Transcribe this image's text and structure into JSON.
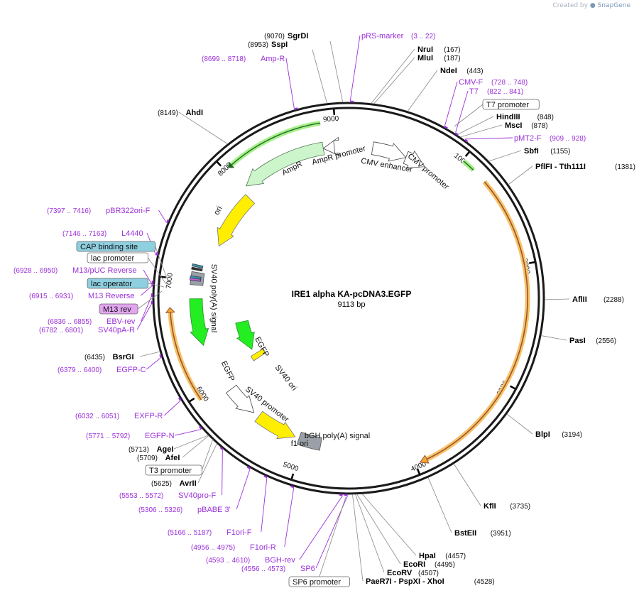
{
  "credit": {
    "prefix": "Created by",
    "brand": "SnapGene"
  },
  "map": {
    "title": "IRE1 alpha KA-pcDNA3.EGFP",
    "subtitle": "9113 bp",
    "length": 9113,
    "colors": {
      "primer": "#9b30d9",
      "backbone": "#1a1a1a",
      "egfp": "#22ee22",
      "ori": "#ffee00",
      "ampr": "#ccf5cc",
      "promoter": "#ffffff",
      "grey": "#9aa0a8",
      "orf": "#f0a83a",
      "tag_blue": "#8ecfe0",
      "tag_purple": "#e2a6f0"
    }
  },
  "ticks": [
    {
      "pos": 1000,
      "label": "1000"
    },
    {
      "pos": 2000,
      "label": "2000"
    },
    {
      "pos": 3000,
      "label": "3000"
    },
    {
      "pos": 4000,
      "label": "4000"
    },
    {
      "pos": 5000,
      "label": "5000"
    },
    {
      "pos": 6000,
      "label": "6000"
    },
    {
      "pos": 7000,
      "label": "7000"
    },
    {
      "pos": 8000,
      "label": "8000"
    },
    {
      "pos": 9000,
      "label": "9000"
    }
  ],
  "enzymes": [
    {
      "name": "SgrDI",
      "pos": "(9070)",
      "site": 9070
    },
    {
      "name": "SspI",
      "pos": "(8953)",
      "site": 8953
    },
    {
      "name": "NruI",
      "pos": "(167)",
      "site": 167
    },
    {
      "name": "MluI",
      "pos": "(187)",
      "site": 187
    },
    {
      "name": "NdeI",
      "pos": "(443)",
      "site": 443
    },
    {
      "name": "HindIII",
      "pos": "(848)",
      "site": 848
    },
    {
      "name": "MscI",
      "pos": "(878)",
      "site": 878
    },
    {
      "name": "SbfI",
      "pos": "(1155)",
      "site": 1155
    },
    {
      "name": "PflFI - Tth111I",
      "pos": "(1381)",
      "site": 1381
    },
    {
      "name": "AflII",
      "pos": "(2288)",
      "site": 2288
    },
    {
      "name": "PasI",
      "pos": "(2556)",
      "site": 2556
    },
    {
      "name": "BlpI",
      "pos": "(3194)",
      "site": 3194
    },
    {
      "name": "KflI",
      "pos": "(3735)",
      "site": 3735
    },
    {
      "name": "BstEII",
      "pos": "(3951)",
      "site": 3951
    },
    {
      "name": "HpaI",
      "pos": "(4457)",
      "site": 4457
    },
    {
      "name": "EcoRI",
      "pos": "(4495)",
      "site": 4495
    },
    {
      "name": "EcoRV",
      "pos": "(4507)",
      "site": 4507
    },
    {
      "name": "PaeR7I - PspXI - XhoI",
      "pos": "(4528)",
      "site": 4528
    },
    {
      "name": "AhdI",
      "pos": "(8149)",
      "site": 8149
    },
    {
      "name": "BsrGI",
      "pos": "(6435)",
      "site": 6435
    },
    {
      "name": "AgeI",
      "pos": "(5713)",
      "site": 5713
    },
    {
      "name": "AfeI",
      "pos": "(5709)",
      "site": 5709
    },
    {
      "name": "AvrII",
      "pos": "(5625)",
      "site": 5625
    }
  ],
  "primers": [
    {
      "name": "pRS-marker",
      "pos": "(3 .. 22)",
      "site": 12
    },
    {
      "name": "Amp-R",
      "pos": "(8699 .. 8718)",
      "site": 8708
    },
    {
      "name": "CMV-F",
      "pos": "(728 .. 748)",
      "site": 738
    },
    {
      "name": "T7",
      "pos": "(822 .. 841)",
      "site": 831
    },
    {
      "name": "pMT2-F",
      "pos": "(909 .. 928)",
      "site": 918
    },
    {
      "name": "pBR322ori-F",
      "pos": "(7397 .. 7416)",
      "site": 7406
    },
    {
      "name": "L4440",
      "pos": "(7146 .. 7163)",
      "site": 7154
    },
    {
      "name": "M13/pUC Reverse",
      "pos": "(6928 .. 6950)",
      "site": 6939
    },
    {
      "name": "M13 Reverse",
      "pos": "(6915 .. 6931)",
      "site": 6923
    },
    {
      "name": "EBV-rev",
      "pos": "(6836 .. 6855)",
      "site": 6845
    },
    {
      "name": "SV40pA-R",
      "pos": "(6782 .. 6801)",
      "site": 6791
    },
    {
      "name": "EGFP-C",
      "pos": "(6379 .. 6400)",
      "site": 6389
    },
    {
      "name": "EXFP-R",
      "pos": "(6032 .. 6051)",
      "site": 6041
    },
    {
      "name": "EGFP-N",
      "pos": "(5771 .. 5792)",
      "site": 5781
    },
    {
      "name": "SV40pro-F",
      "pos": "(5553 .. 5572)",
      "site": 5562
    },
    {
      "name": "pBABE 3'",
      "pos": "(5306 .. 5326)",
      "site": 5316
    },
    {
      "name": "F1ori-F",
      "pos": "(5166 .. 5187)",
      "site": 5176
    },
    {
      "name": "F1ori-R",
      "pos": "(4956 .. 4975)",
      "site": 4965
    },
    {
      "name": "BGH-rev",
      "pos": "(4593 .. 4610)",
      "site": 4601
    },
    {
      "name": "SP6",
      "pos": "(4556 .. 4573)",
      "site": 4564
    }
  ],
  "boxed_labels": [
    {
      "name": "T7 promoter",
      "style": "plain"
    },
    {
      "name": "CAP binding site",
      "style": "blue"
    },
    {
      "name": "lac promoter",
      "style": "plain"
    },
    {
      "name": "lac operator",
      "style": "blue"
    },
    {
      "name": "M13 rev",
      "style": "purple"
    },
    {
      "name": "T3 promoter",
      "style": "plain"
    },
    {
      "name": "SP6 promoter",
      "style": "plain"
    }
  ],
  "features": [
    {
      "name": "AmpR",
      "color": "ampr"
    },
    {
      "name": "AmpR promoter",
      "color": "promoter"
    },
    {
      "name": "CMV enhancer",
      "color": "promoter"
    },
    {
      "name": "CMV promoter",
      "color": "promoter"
    },
    {
      "name": "ori",
      "color": "ori"
    },
    {
      "name": "SV40 poly(A) signal",
      "color": "grey"
    },
    {
      "name": "EGFP",
      "color": "egfp"
    },
    {
      "name": "SV40 ori",
      "color": "ori"
    },
    {
      "name": "EGFP",
      "color": "egfp"
    },
    {
      "name": "SV40 promoter",
      "color": "promoter"
    },
    {
      "name": "f1 ori",
      "color": "ori"
    },
    {
      "name": "bGH poly(A) signal",
      "color": "grey"
    }
  ]
}
